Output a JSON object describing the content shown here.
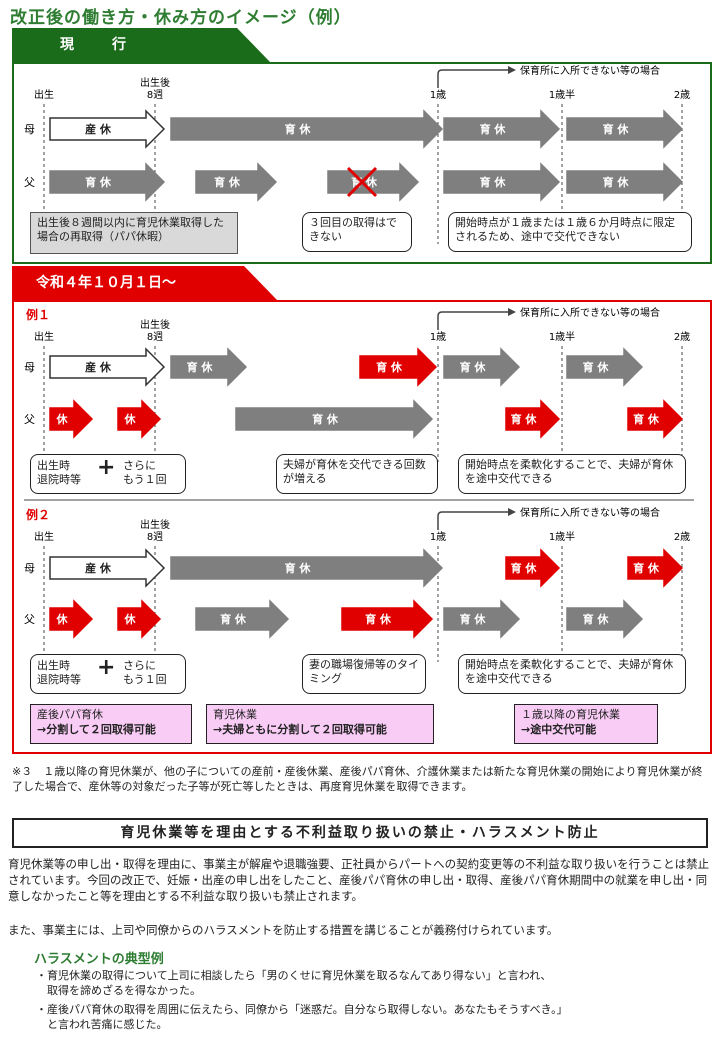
{
  "title": "改正後の働き方・休み方のイメージ（例）",
  "current": {
    "tag": "現　行",
    "note_top": "保育所に入所できない等の場合",
    "timeline": [
      "出生",
      "出生後\n8週",
      "1歳",
      "1歳半",
      "2歳"
    ],
    "mother": "母",
    "father": "父",
    "sankyu": "産 休",
    "ikukyu": "育 休",
    "box_left": "出生後８週間以内に育児休業取得した場合の再取得（パパ休暇）",
    "box_mid": "３回目の取得はできない",
    "box_right": "開始時点が１歳または１歳６か月時点に限定されるため、途中で交代できない"
  },
  "reiwa": {
    "tag": "令和４年１０月１日～",
    "ex1": "例１",
    "ex2": "例２",
    "kyu": "休",
    "ex1_box_a1": "出生時\n退院時等",
    "ex1_box_a2": "さらに\nもう１回",
    "ex1_box_b": "夫婦が育休を交代できる回数が増える",
    "ex1_box_c": "開始時点を柔軟化することで、夫婦が育休を途中交代できる",
    "ex2_box_b": "妻の職場復帰等のタイミング",
    "pink1_title": "産後パパ育休",
    "pink1_body": "→分割して２回取得可能",
    "pink2_title": "育児休業",
    "pink2_body": "→夫婦ともに分割して２回取得可能",
    "pink3_title": "１歳以降の育児休業",
    "pink3_body": "→途中交代可能"
  },
  "footnote": "※３　１歳以降の育児休業が、他の子についての産前・産後休業、産後パパ育休、介護休業または新たな育児休業の開始により育児休業が終了した場合で、産休等の対象だった子等が死亡等したときは、再度育児休業を取得できます。",
  "banner": "育児休業等を理由とする不利益取り扱いの禁止・ハラスメント防止",
  "body1": "育児休業等の申し出・取得を理由に、事業主が解雇や退職強要、正社員からパートへの契約変更等の不利益な取り扱いを行うことは禁止されています。今回の改正で、妊娠・出産の申し出をしたこと、産後パパ育休の申し出・取得、産後パパ育休期間中の就業を申し出・同意しなかったこと等を理由とする不利益な取り扱いも禁止されます。",
  "body2": "また、事業主には、上司や同僚からのハラスメントを防止する措置を講じることが義務付けられています。",
  "harassment_title": "ハラスメントの典型例",
  "bullet1": "・育児休業の取得について上司に相談したら「男のくせに育児休業を取るなんてあり得ない」と言われ、\n　取得を諦めざるを得なかった。",
  "bullet2": "・産後パパ育休の取得を周囲に伝えたら、同僚から「迷惑だ。自分なら取得しない。あなたもそうすべき。」\n　と言われ苦痛に感じた。",
  "colors": {
    "green": "#1a6b1a",
    "red": "#e00000",
    "gray": "#7f7f7f",
    "pink": "#f9ccf6"
  }
}
